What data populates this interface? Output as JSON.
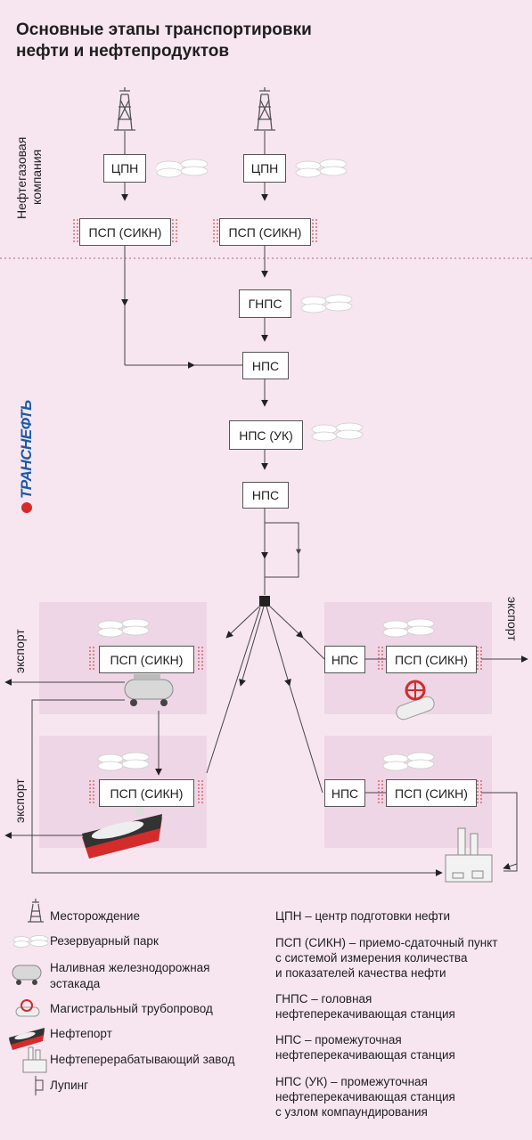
{
  "title": {
    "line1": "Основные этапы транспортировки",
    "line2": "нефти и нефтепродуктов"
  },
  "side_labels": {
    "oil_company_line1": "Нефтегазовая",
    "oil_company_line2": "компания",
    "brand": "ТРАНСНЕФТЬ"
  },
  "nodes": {
    "cpn": "ЦПН",
    "psp": "ПСП (СИКН)",
    "gnps": "ГНПС",
    "nps": "НПС",
    "nps_uk": "НПС (УК)"
  },
  "export_label": "экспорт",
  "legend": {
    "items": [
      {
        "icon": "oil-derrick-icon",
        "label": "Месторождение"
      },
      {
        "icon": "tank-farm-icon",
        "label": "Резервуарный парк"
      },
      {
        "icon": "rail-tank-icon",
        "label_line1": "Наливная железнодорожная",
        "label_line2": "эстакада"
      },
      {
        "icon": "pipeline-valve-icon",
        "label": "Магистральный трубопровод"
      },
      {
        "icon": "tanker-ship-icon",
        "label": "Нефтепорт"
      },
      {
        "icon": "refinery-icon",
        "label": "Нефтеперерабатывающий завод"
      },
      {
        "icon": "looping-icon",
        "label": "Лупинг"
      }
    ],
    "definitions": [
      {
        "lines": [
          "ЦПН – центр подготовки нефти"
        ]
      },
      {
        "lines": [
          "ПСП (СИКН) – приемо-сдаточный пункт",
          "с системой измерения количества",
          "и показателей качества нефти"
        ]
      },
      {
        "lines": [
          "ГНПС – головная",
          "нефтеперекачивающая станция"
        ]
      },
      {
        "lines": [
          "НПС – промежуточная",
          "нефтеперекачивающая станция"
        ]
      },
      {
        "lines": [
          "НПС (УК) – промежуточная",
          "нефтеперекачивающая станция",
          "с узлом компаундирования"
        ]
      }
    ]
  },
  "colors": {
    "background": "#f7e6f0",
    "zone": "#efd6e6",
    "brand_blue": "#1a5aa8",
    "accent_red": "#d42b2b",
    "line": "#444444"
  }
}
